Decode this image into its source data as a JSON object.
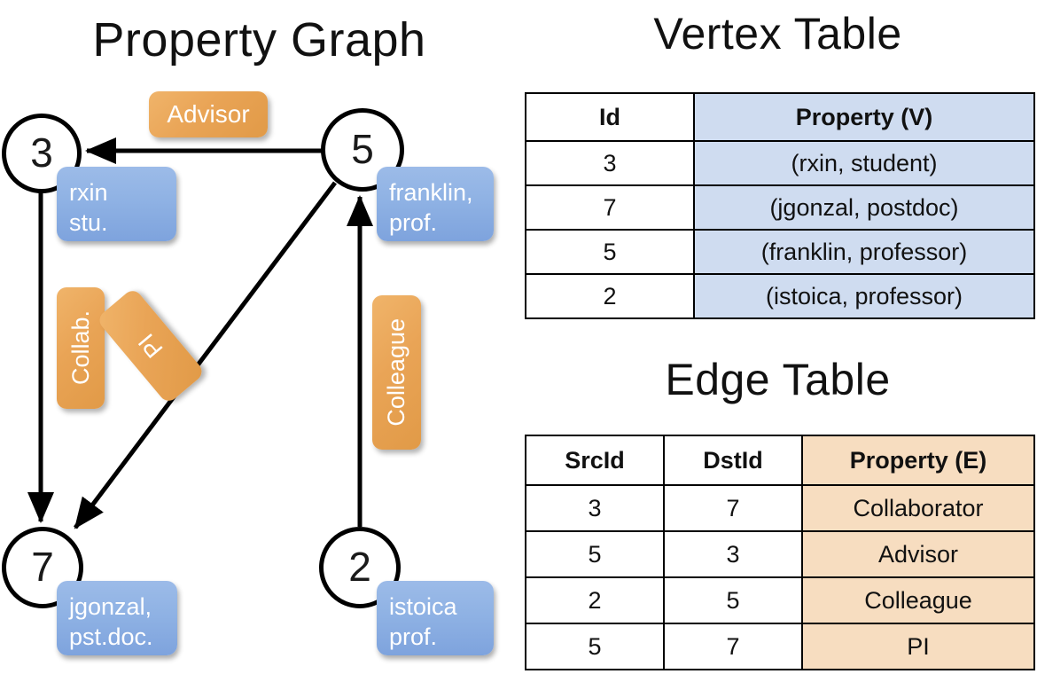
{
  "titles": {
    "graph": "Property Graph",
    "vertex_table": "Vertex Table",
    "edge_table": "Edge Table"
  },
  "graph": {
    "nodes": [
      {
        "id": "3",
        "property_line1": "rxin",
        "property_line2": "stu."
      },
      {
        "id": "5",
        "property_line1": "franklin,",
        "property_line2": "prof."
      },
      {
        "id": "7",
        "property_line1": "jgonzal,",
        "property_line2": "pst.doc."
      },
      {
        "id": "2",
        "property_line1": "istoica",
        "property_line2": "prof."
      }
    ],
    "edge_labels": {
      "advisor": "Advisor",
      "collab": "Collab.",
      "pi": "PI",
      "colleague": "Colleague"
    },
    "edges": [
      {
        "src": "5",
        "dst": "3",
        "label": "Advisor"
      },
      {
        "src": "3",
        "dst": "7",
        "label": "Collab."
      },
      {
        "src": "5",
        "dst": "7",
        "label": "PI"
      },
      {
        "src": "2",
        "dst": "5",
        "label": "Colleague"
      }
    ]
  },
  "vertex_table": {
    "headers": [
      "Id",
      "Property (V)"
    ],
    "rows": [
      {
        "id": "3",
        "property": "(rxin, student)"
      },
      {
        "id": "7",
        "property": "(jgonzal, postdoc)"
      },
      {
        "id": "5",
        "property": "(franklin, professor)"
      },
      {
        "id": "2",
        "property": "(istoica, professor)"
      }
    ]
  },
  "edge_table": {
    "headers": [
      "SrcId",
      "DstId",
      "Property (E)"
    ],
    "rows": [
      {
        "src": "3",
        "dst": "7",
        "property": "Collaborator"
      },
      {
        "src": "5",
        "dst": "3",
        "property": "Advisor"
      },
      {
        "src": "2",
        "dst": "5",
        "property": "Colleague"
      },
      {
        "src": "5",
        "dst": "7",
        "property": "PI"
      }
    ]
  },
  "colors": {
    "vertex_property_fill": "#cfdcf0",
    "edge_property_fill": "#f7ddc0",
    "node_box_blue": "#8fb2e4",
    "edge_label_orange": "#e9a456",
    "stroke": "#000000",
    "background": "#ffffff"
  }
}
